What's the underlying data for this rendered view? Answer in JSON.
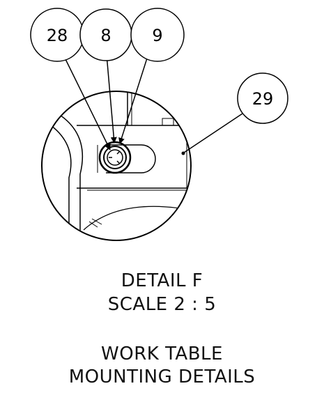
{
  "balloons": [
    "28",
    "8",
    "9",
    "29"
  ],
  "detail": {
    "label": "DETAIL F",
    "scale": "SCALE 2 : 5"
  },
  "title": {
    "line1": "WORK TABLE",
    "line2": "MOUNTING DETAILS"
  }
}
